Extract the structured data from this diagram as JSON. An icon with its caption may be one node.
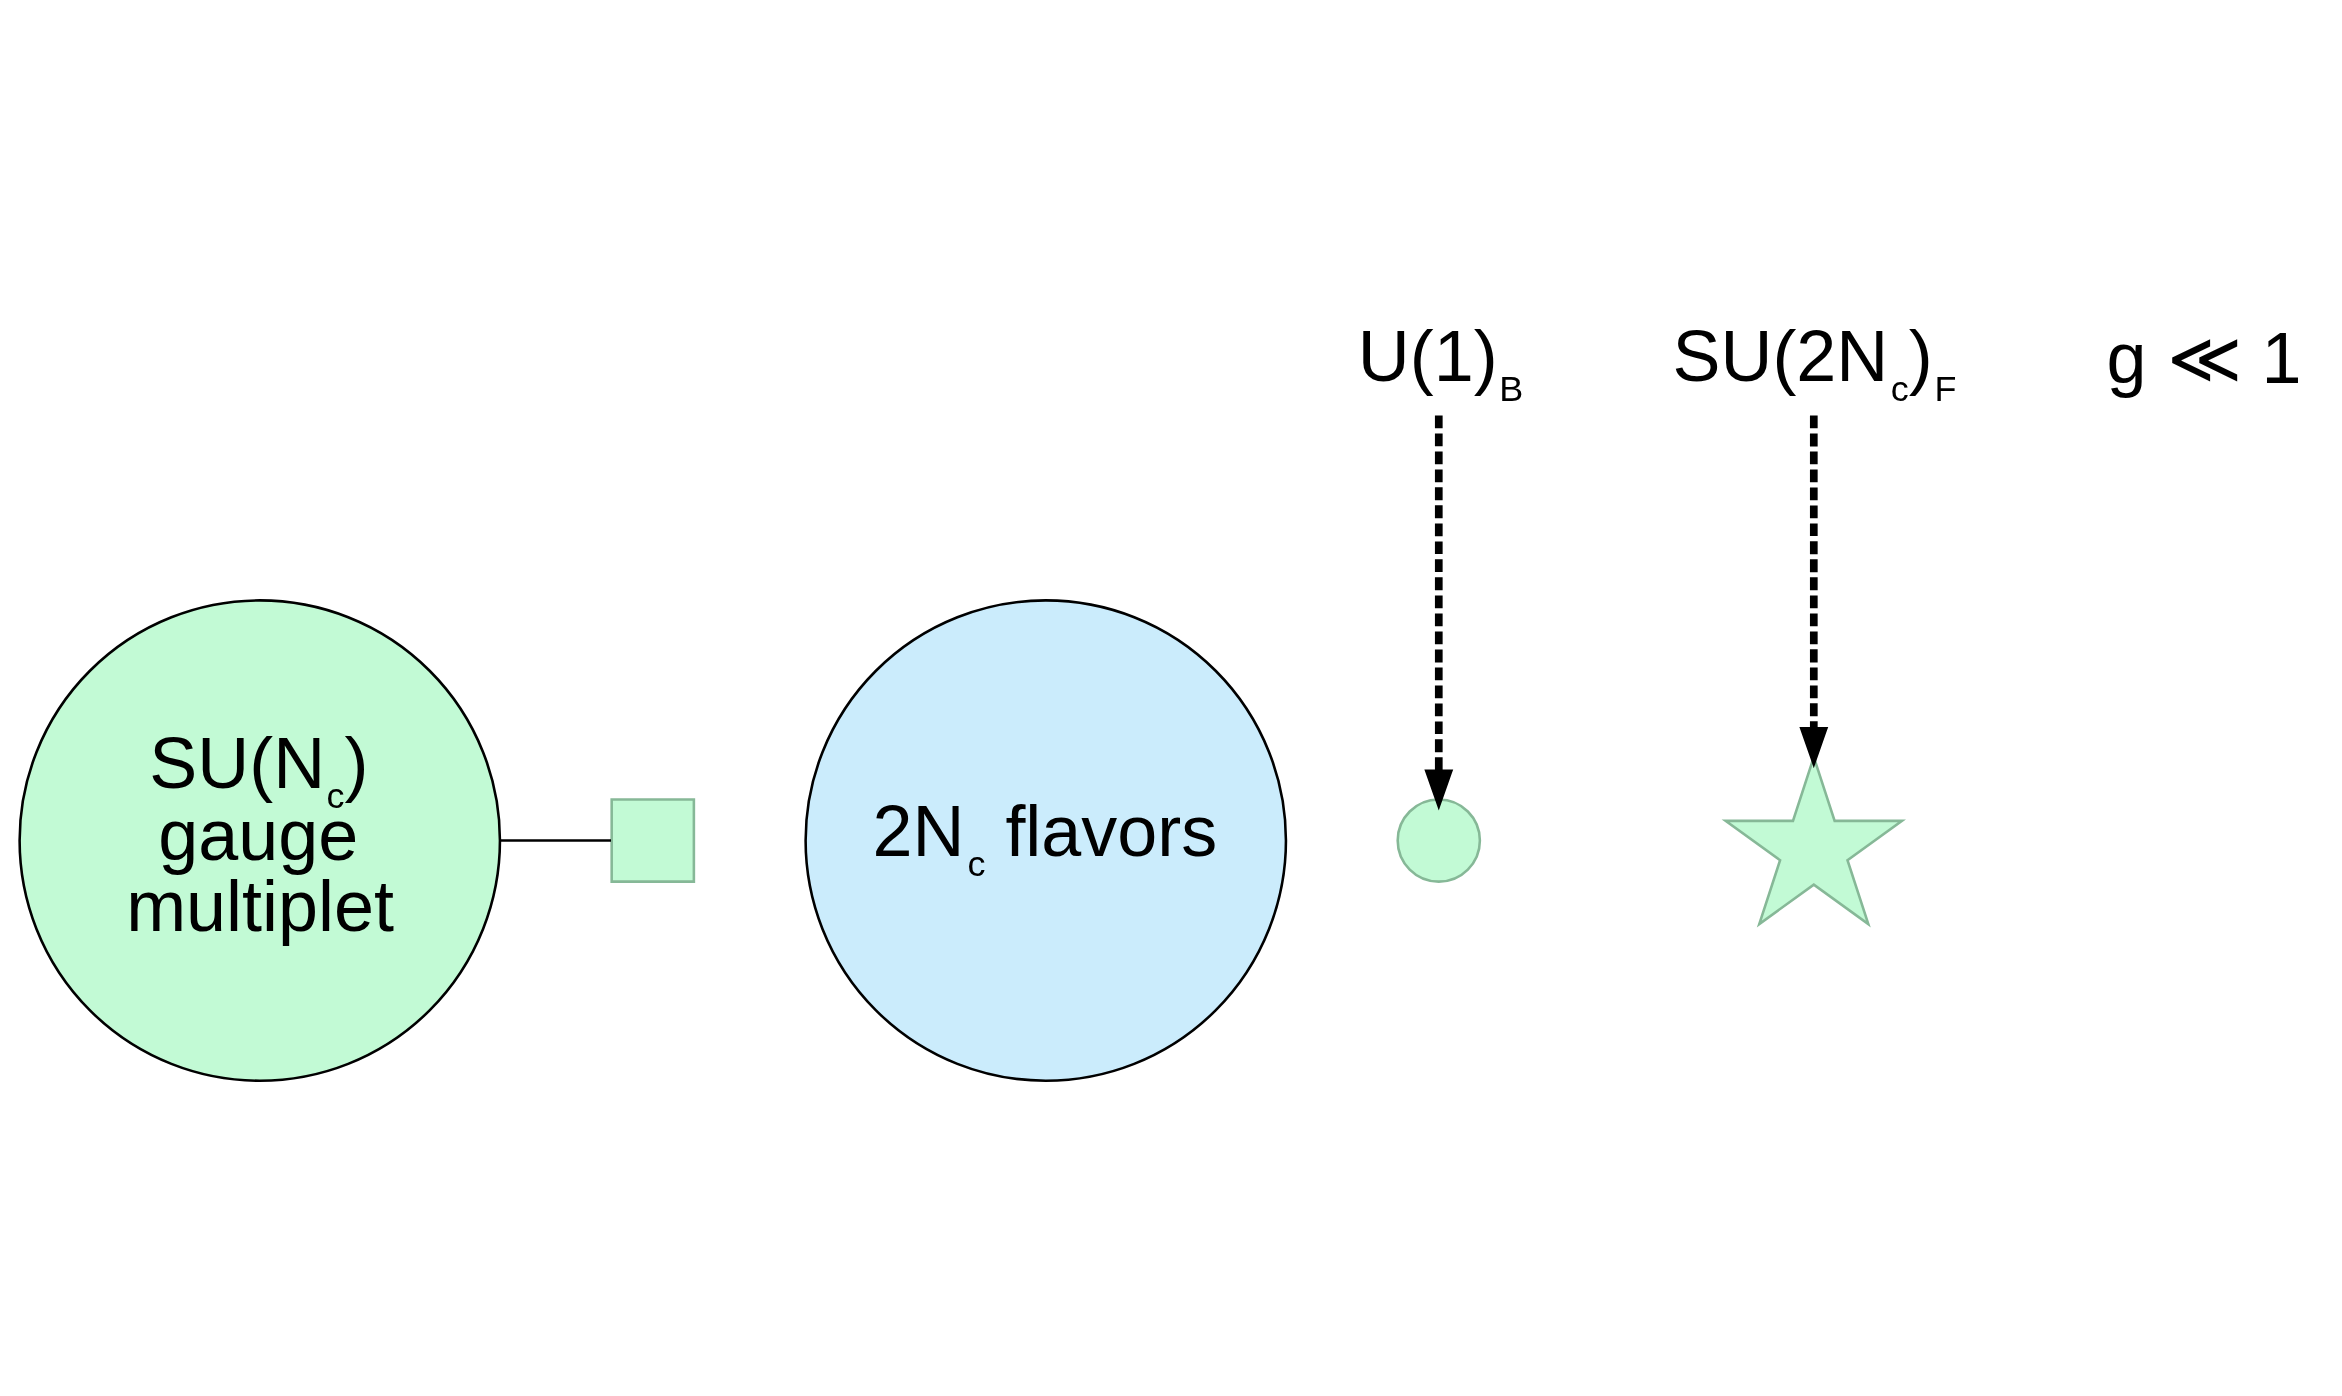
{
  "diagram": {
    "nodes": [
      {
        "text": [
          "SU(N$_{c}$) gauge multiplet"
        ]
      },
      {
        "text": [],
        "shape": "box"
      },
      {
        "text": [
          "2N$_{c}$ flavors"
        ]
      },
      {
        "text": [],
        "shape": "circle"
      },
      {
        "text": [],
        "shape": "star"
      },
      {
        "text": [
          "U(1)$_{B}$"
        ]
      },
      {
        "text": [
          "SU(2N$_{c}$)$_{F}$"
        ]
      }
    ],
    "edges": [
      {
        "from": 0,
        "to": 1,
        "arrow": "none"
      },
      {
        "from": 5,
        "to": 3,
        "arrow": "to",
        "style": "dashed"
      },
      {
        "from": 6,
        "to": 4,
        "arrow": "to",
        "style": "dashed"
      }
    ],
    "labels": [
      "g ≪ 1"
    ]
  }
}
